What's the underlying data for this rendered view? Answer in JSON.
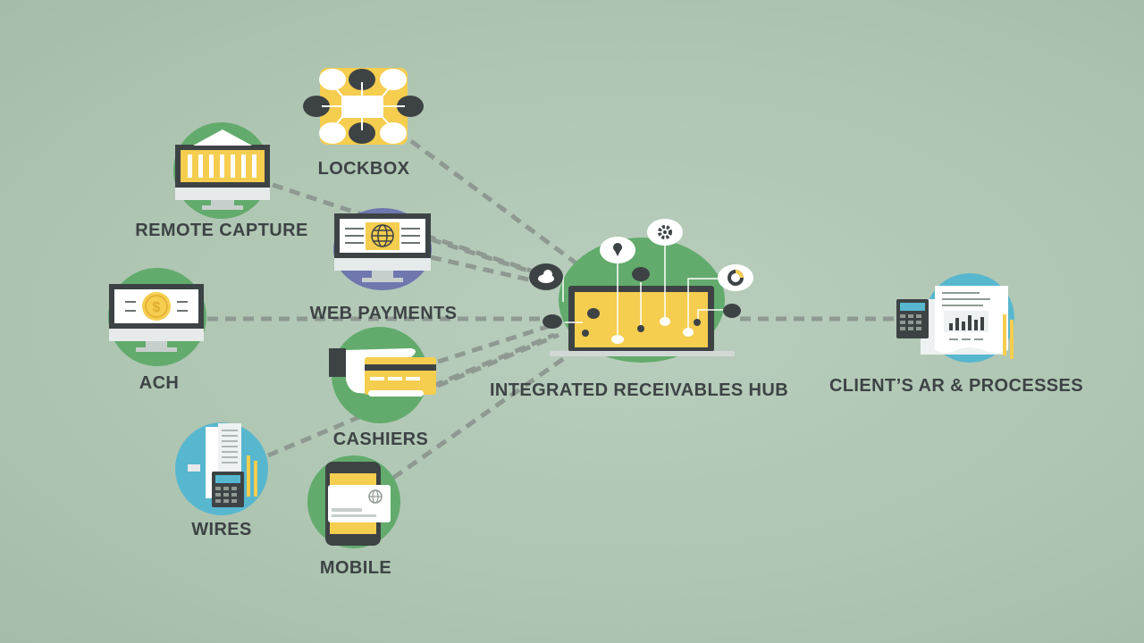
{
  "colors": {
    "background": "#afc6b3",
    "green": "#62ab6c",
    "blue": "#57b7cf",
    "purple": "#6f77ae",
    "yellow": "#f5cd4f",
    "dark": "#3d4345",
    "connector": "#8e9992"
  },
  "nodes": {
    "lockbox": {
      "label": "LOCKBOX",
      "icon": "lockbox-grid-icon"
    },
    "remote_capture": {
      "label": "REMOTE CAPTURE",
      "icon": "bank-monitor-icon"
    },
    "web_payments": {
      "label": "WEB PAYMENTS",
      "icon": "globe-monitor-icon"
    },
    "ach": {
      "label": "ACH",
      "icon": "dollar-coin-monitor-icon"
    },
    "cashiers": {
      "label": "CASHIERS",
      "icon": "hand-card-icon"
    },
    "wires": {
      "label": "WIRES",
      "icon": "document-calculator-icon"
    },
    "mobile": {
      "label": "MOBILE",
      "icon": "smartphone-card-icon"
    },
    "hub": {
      "label": "INTEGRATED RECEIVABLES HUB",
      "icon": "laptop-network-icon"
    },
    "client": {
      "label": "CLIENT’S AR & PROCESSES",
      "icon": "calculator-report-icon"
    }
  }
}
